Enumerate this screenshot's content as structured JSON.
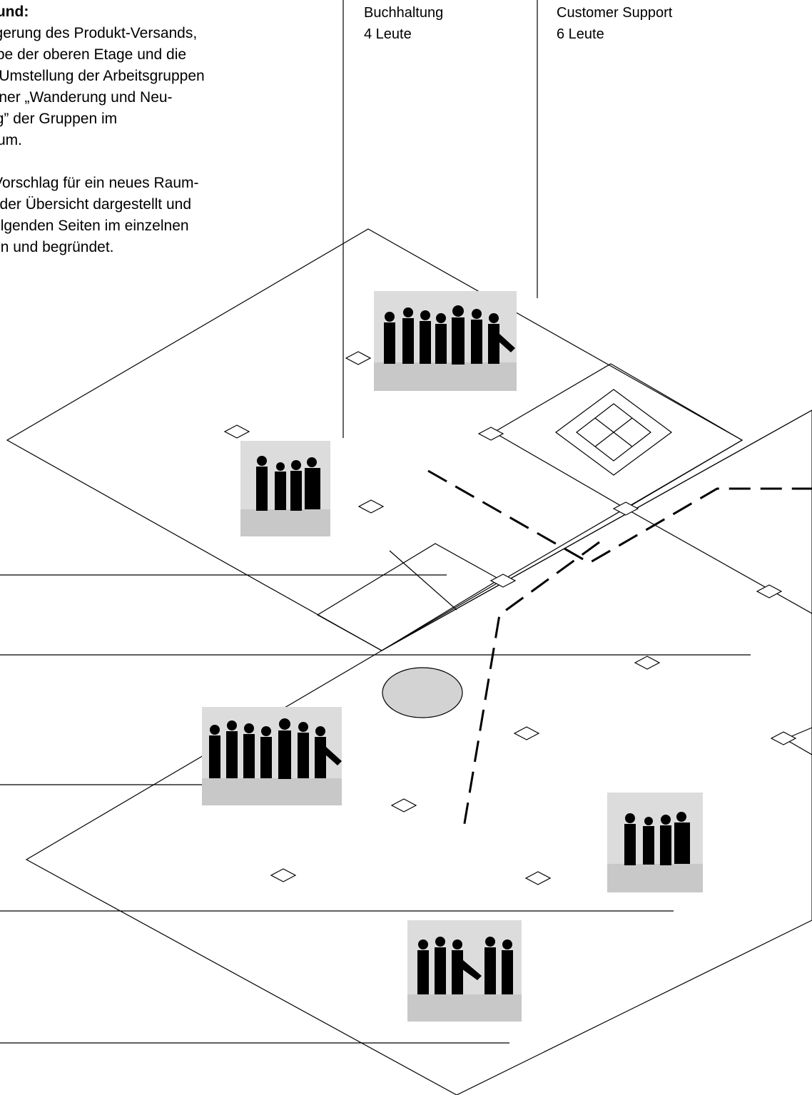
{
  "intro": {
    "heading": "ergrund:",
    "paragraph1": [
      "uslagerung des Produkt-Versands,",
      "ufgabe der oberen Etage und die",
      "eise Umstellung der Arbeitsgruppen",
      "zu einer „Wanderung und Neu-",
      "dlung” der Gruppen im",
      "mtraum."
    ],
    "paragraph2": [
      "der Vorschlag für ein neues Raum-",
      "ut in der Übersicht dargestellt und",
      "en folgenden Seiten im einzelnen",
      "rieben und begründet."
    ]
  },
  "departments": [
    {
      "name": "Buchhaltung",
      "count": "4 Leute"
    },
    {
      "name": "Customer Support",
      "count": "6 Leute"
    }
  ],
  "colors": {
    "line": "#000000",
    "table_fill": "#d3d3d3",
    "photo_bg": "#dcdcdc"
  },
  "icons": {
    "workstation": "workstation-diamond-icon",
    "people_group": "people-group-photo",
    "meeting_table": "meeting-table-ellipse"
  }
}
